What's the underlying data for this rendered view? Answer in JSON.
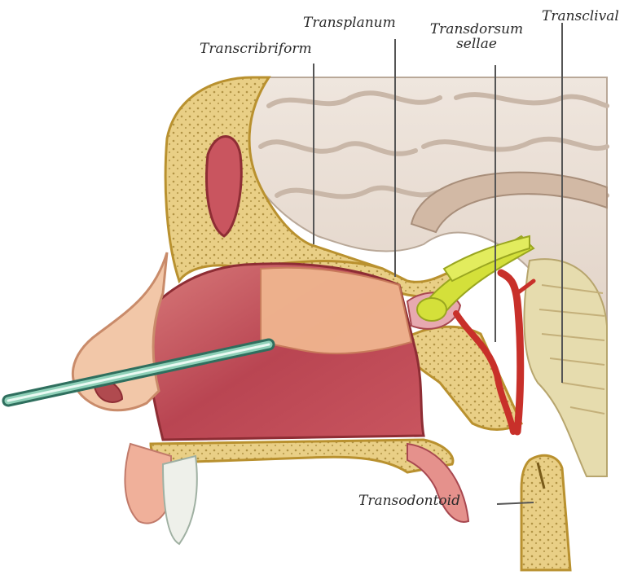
{
  "labels": {
    "transcribriform": "Transcribriform",
    "transplanum": "Transplanum",
    "transdorsum_line1": "Transdorsum",
    "transdorsum_line2": "sellae",
    "transclival": "Transclival",
    "transodontoid": "Transodontoid"
  },
  "colors": {
    "bone": "#e9cf86",
    "bone_dots": "#9a7a2a",
    "bone_edge": "#b9912f",
    "brain": "#e8dcd2",
    "brain_folds": "#c9b7a8",
    "mucosa": "#c9555f",
    "mucosa_light": "#e6a090",
    "skin": "#f2c7a8",
    "artery": "#c8302a",
    "nerve": "#d4e03a",
    "endoscope": "#5fa58e",
    "leader": "#555555"
  }
}
